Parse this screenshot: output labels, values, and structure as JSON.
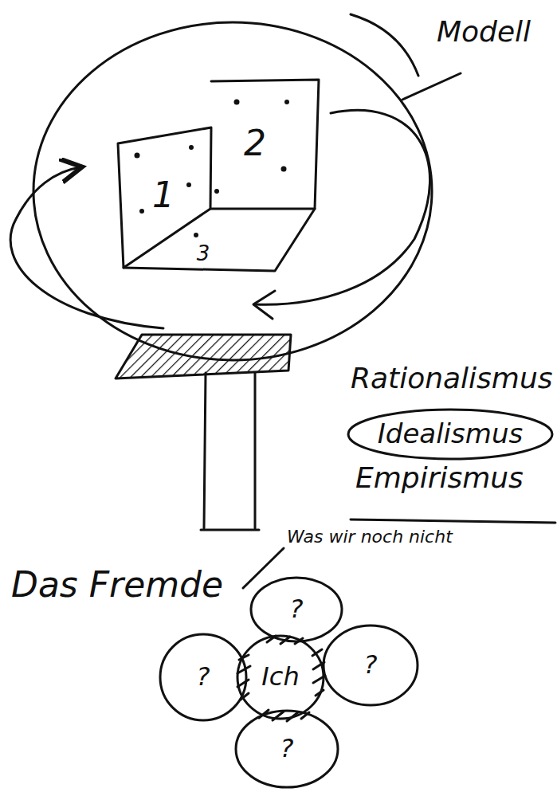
{
  "diagram": {
    "nodes": [
      {
        "text": [
          "1"
        ]
      },
      {
        "text": [
          "2"
        ]
      },
      {
        "text": [
          "3"
        ]
      },
      {
        "text": [
          "Idealismus"
        ]
      },
      {
        "text": [
          "?"
        ]
      },
      {
        "text": [
          "?"
        ]
      },
      {
        "text": [
          "Ich"
        ]
      },
      {
        "text": [
          "?"
        ]
      },
      {
        "text": [
          "?"
        ]
      }
    ],
    "labels": [
      "Modell",
      "Rationalismus",
      "Empirismus",
      "Was wir noch nicht",
      "Das Fremde"
    ]
  }
}
